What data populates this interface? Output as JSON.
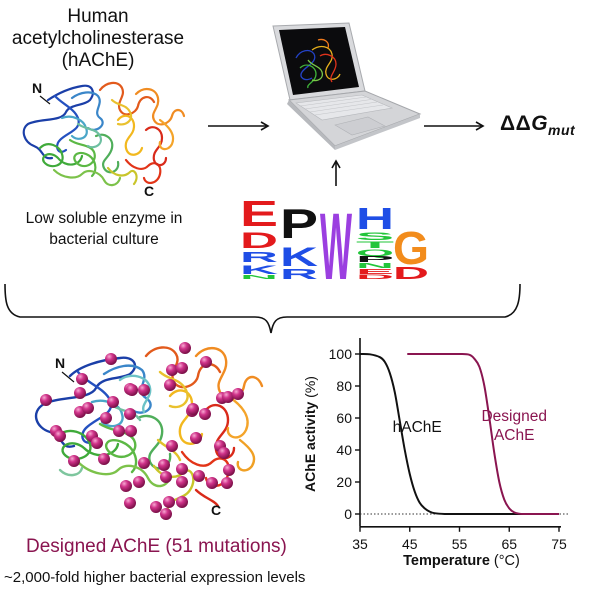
{
  "top_section": {
    "title_lines": [
      "Human",
      "acetylcholinesterase",
      "(hAChE)"
    ],
    "protein_wt": {
      "n_label": "N",
      "c_label": "C"
    },
    "caption_lines": [
      "Low soluble enzyme in",
      "bacterial culture"
    ],
    "output_label": {
      "delta": "ΔΔ",
      "symbol": "G",
      "subscript": "mut"
    },
    "sequence_logo": {
      "columns": [
        {
          "letters": [
            "E",
            "D",
            "R",
            "K",
            "N"
          ],
          "colors": [
            "#e31a1c",
            "#e31a1c",
            "#1f4ee6",
            "#1f4ee6",
            "#22c53a"
          ]
        },
        {
          "letters": [
            "P",
            "K",
            "R"
          ],
          "colors": [
            "#111111",
            "#1f4ee6",
            "#1f4ee6"
          ]
        },
        {
          "letters": [
            "W"
          ],
          "colors": [
            "#9b3fe0"
          ]
        },
        {
          "letters": [
            "H",
            "S",
            "T",
            "Q",
            "P",
            "N",
            "E",
            "D"
          ],
          "colors": [
            "#1f4ee6",
            "#22c53a",
            "#22c53a",
            "#22c53a",
            "#111111",
            "#22c53a",
            "#e31a1c",
            "#e31a1c"
          ]
        },
        {
          "letters": [
            "G",
            "D"
          ],
          "colors": [
            "#f28c1c",
            "#e31a1c"
          ]
        }
      ]
    }
  },
  "bottom_section": {
    "protein_designed": {
      "n_label": "N",
      "c_label": "C",
      "mutation_sphere_color": "#d0338a"
    },
    "caption_designed": "Designed AChE (51 mutations)",
    "caption_expression": "~2,000-fold higher bacterial expression levels"
  },
  "colors": {
    "designed": "#8a1550",
    "wild_type": "#111111",
    "arrow": "#111111"
  },
  "chart_data": {
    "type": "line",
    "title": "",
    "xlabel": "Temperature (°C)",
    "ylabel": "AChE activity (%)",
    "xlim": [
      35,
      75
    ],
    "ylim": [
      -8,
      110
    ],
    "xticks": [
      35,
      45,
      55,
      65,
      75
    ],
    "yticks": [
      0,
      20,
      40,
      60,
      80,
      100
    ],
    "grid": false,
    "reference_line": {
      "y": 0,
      "style": "dotted"
    },
    "series": [
      {
        "name": "hAChE",
        "color": "#111111",
        "label_position": {
          "x": 46.5,
          "y": 55
        },
        "x": [
          35,
          37,
          39,
          40,
          41,
          42,
          43,
          44,
          45,
          46,
          47,
          48,
          49,
          50,
          52,
          55,
          60,
          65,
          70,
          75
        ],
        "y": [
          100,
          99.8,
          98,
          95,
          88,
          76,
          58,
          40,
          25,
          14,
          7,
          3.5,
          1.5,
          0.5,
          0,
          0,
          0,
          0,
          0,
          0
        ]
      },
      {
        "name": "Designed AChE",
        "color": "#8a1550",
        "label_position": {
          "x": 66,
          "y": 58
        },
        "x": [
          44.5,
          50,
          55,
          57,
          58,
          59,
          60,
          61,
          62,
          63,
          64,
          65,
          66,
          67,
          68,
          70,
          75
        ],
        "y": [
          100,
          100,
          100,
          99.5,
          97,
          92,
          80,
          60,
          38,
          20,
          9,
          3.5,
          1,
          0.2,
          0,
          0,
          0
        ]
      }
    ],
    "legend": "inline labels"
  }
}
